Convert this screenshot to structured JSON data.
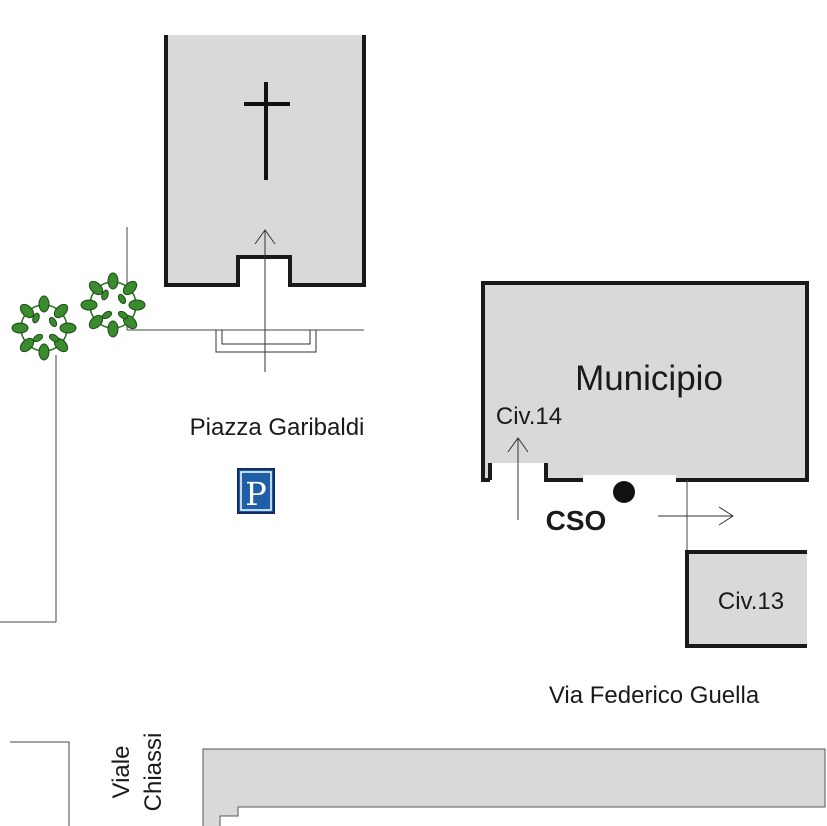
{
  "map": {
    "labels": {
      "piazza": "Piazza Garibaldi",
      "municipio": "Municipio",
      "civ14": "Civ.14",
      "cso": "CSO",
      "civ13": "Civ.13",
      "via": "Via Federico Guella",
      "viale_line1": "Viale",
      "viale_line2": "Chiassi"
    },
    "parking_sign": "P",
    "icons": {
      "church": "cross-icon",
      "parking": "parking-icon",
      "trees": "tree-icon",
      "cso_marker": "location-dot-icon",
      "entrance_arrows": "arrow-icon"
    },
    "colors": {
      "building_fill": "#d9d9d9",
      "building_stroke": "#1a1a1a",
      "parking_blue": "#1f5fa8",
      "tree_green": "#3a8a2e"
    }
  }
}
